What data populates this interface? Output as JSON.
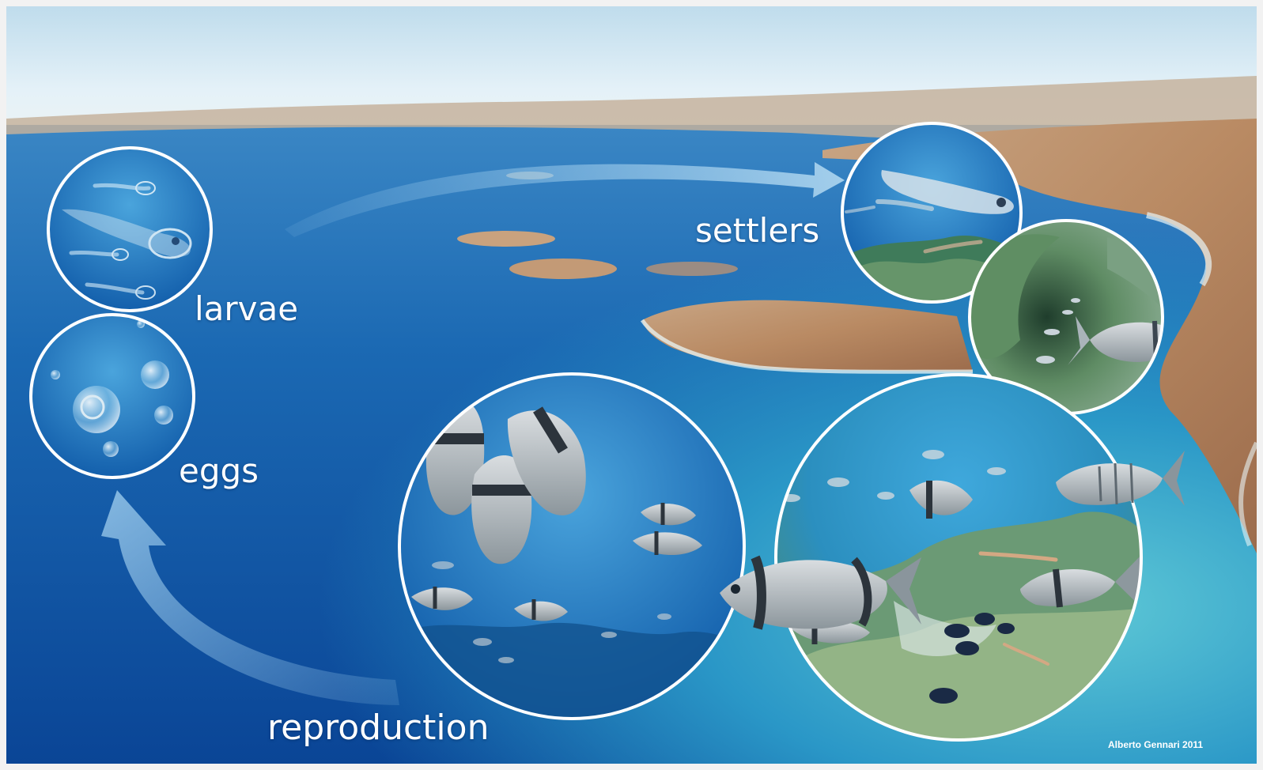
{
  "labels": {
    "larvae": "larvae",
    "eggs": "eggs",
    "settlers": "settlers",
    "reproduction": "reproduction"
  },
  "credit": "Alberto Gennari 2011",
  "stages": [
    {
      "id": "eggs",
      "icon": "eggs-icon"
    },
    {
      "id": "larvae",
      "icon": "larvae-icon"
    },
    {
      "id": "settlers",
      "icon": "settler-larva-icon"
    },
    {
      "id": "juveniles",
      "icon": "juvenile-fish-icon"
    },
    {
      "id": "adults",
      "icon": "adult-fish-icon"
    },
    {
      "id": "reproduction",
      "icon": "spawning-fish-icon"
    }
  ],
  "colors": {
    "sky": "#dceef7",
    "deep_sea": "#0d56a6",
    "shallow_sea": "#3fb6cf",
    "coast": "#c9a078",
    "circle_border": "#ffffff"
  }
}
